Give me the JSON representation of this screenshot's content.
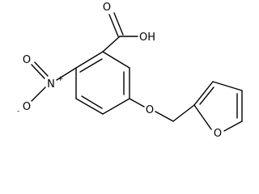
{
  "molecule": {
    "labels": {
      "carboxyl_oh": "OH",
      "carboxyl_o": "O",
      "nitro_n": "N",
      "nitro_n_charge": "+",
      "nitro_o_top": "O",
      "nitro_o_bottom": "O",
      "nitro_o_charge": "-",
      "ether_o": "O",
      "furan_o": "O"
    }
  }
}
